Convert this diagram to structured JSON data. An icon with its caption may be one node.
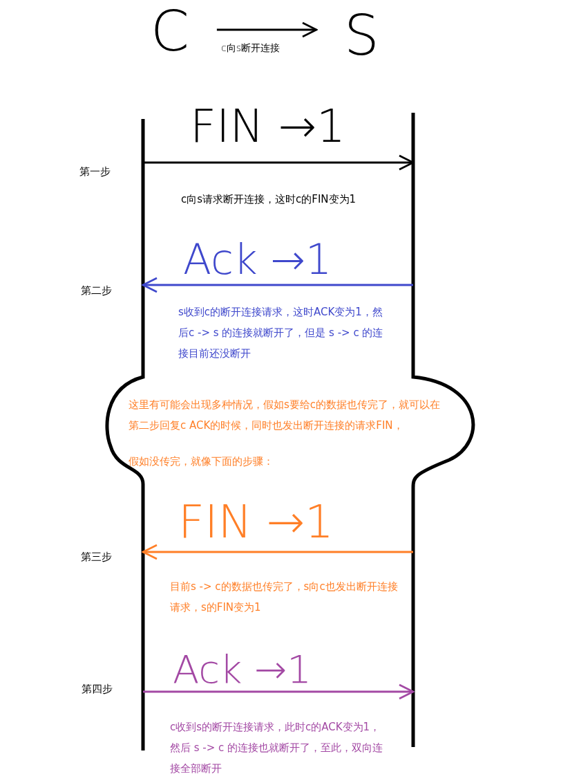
{
  "diagram": {
    "nodes": [
      {
        "text": [
          "C"
        ]
      },
      {
        "text": [
          "S"
        ]
      },
      {
        "text": [],
        "shape": "bar"
      },
      {
        "text": [],
        "shape": "bar"
      }
    ],
    "edges": [
      {
        "from": 0,
        "to": 1,
        "arrow": "to",
        "label": "c向s断开连接"
      },
      {
        "from": 2,
        "to": 3,
        "arrow": "to",
        "label": "FIN →1"
      },
      {
        "from": 3,
        "to": 2,
        "arrow": "to",
        "label": "Ack →1",
        "color": "#3f48cc"
      },
      {
        "from": 3,
        "to": 2,
        "arrow": "to",
        "label": "FIN →1",
        "color": "#ff7f27"
      },
      {
        "from": 2,
        "to": 3,
        "arrow": "to",
        "label": "Ack →1",
        "color": "#a349a4"
      }
    ],
    "labels": [
      "第一步",
      "c向s请求断开连接，这时c的FIN变为1",
      "第二步",
      "s收到c的断开连接请求，这时ACK变为1，然后c -> s 的连接就断开了，但是 s -> c 的连接目前还没断开",
      "这里有可能会出现多种情况，假如s要给c的数据也传完了，就可以在第二步回复c ACK的时候，同时也发出断开连接的请求FIN，",
      "假如没传完，就像下面的步骤：",
      "第三步",
      "目前s -> c的数据也传完了，s向c也发出断开连接请求，s的FIN变为1",
      "第四步",
      "c收到s的断开连接请求，此时c的ACK变为1，然后 s -> c 的连接也就断开了，至此，双向连接全部断开"
    ]
  }
}
